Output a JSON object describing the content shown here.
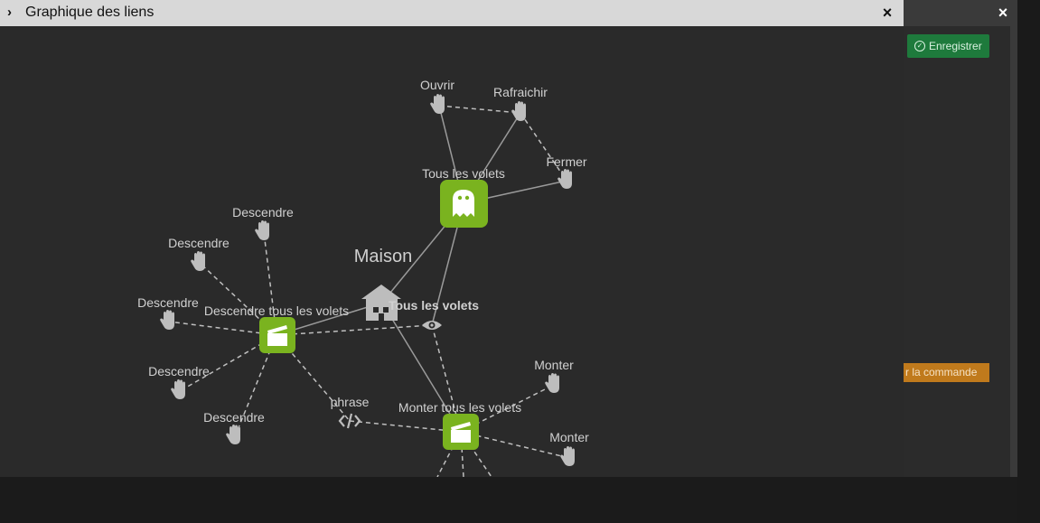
{
  "modal": {
    "title": "Graphique des liens",
    "close_label": "×",
    "expand_label": "›"
  },
  "background": {
    "close_label": "×",
    "save_label": "Enregistrer",
    "command_label": "r la commande"
  },
  "graph": {
    "colors": {
      "accent": "#7ab31f",
      "edge": "#9a9a9a",
      "node": "#bdbdbd",
      "label": "#d0d0d0"
    },
    "nodes": {
      "center": {
        "label": "Maison",
        "icon": "house-icon"
      },
      "scenario_down": {
        "label": "Descendre tous les volets",
        "icon": "clapperboard-icon"
      },
      "scenario_up": {
        "label": "Monter tous les volets",
        "icon": "clapperboard-icon"
      },
      "plugin": {
        "label": "Tous les volets",
        "icon": "ghost-icon"
      },
      "view": {
        "label": "Tous les volets",
        "icon": "eye-icon"
      },
      "phrase": {
        "label": "phrase",
        "icon": "code-icon"
      },
      "cmd_open": {
        "label": "Ouvrir",
        "icon": "hand-icon"
      },
      "cmd_refresh": {
        "label": "Rafraichir",
        "icon": "hand-icon"
      },
      "cmd_close": {
        "label": "Fermer",
        "icon": "hand-icon"
      },
      "cmd_down_1": {
        "label": "Descendre",
        "icon": "hand-icon"
      },
      "cmd_down_2": {
        "label": "Descendre",
        "icon": "hand-icon"
      },
      "cmd_down_3": {
        "label": "Descendre",
        "icon": "hand-icon"
      },
      "cmd_down_4": {
        "label": "Descendre",
        "icon": "hand-icon"
      },
      "cmd_down_5": {
        "label": "Descendre",
        "icon": "hand-icon"
      },
      "cmd_up_1": {
        "label": "Monter",
        "icon": "hand-icon"
      },
      "cmd_up_2": {
        "label": "Monter",
        "icon": "hand-icon"
      }
    }
  }
}
